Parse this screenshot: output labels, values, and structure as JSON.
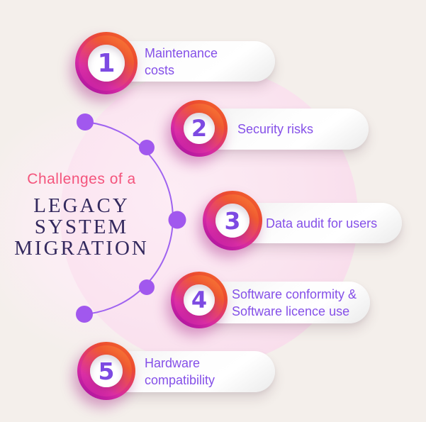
{
  "title": {
    "eyebrow": "Challenges of a",
    "lines": [
      "LEGACY",
      "SYSTEM",
      "MIGRATION"
    ]
  },
  "items": [
    {
      "number": "1",
      "label": "Maintenance costs",
      "lines": [
        "Maintenance",
        "costs"
      ]
    },
    {
      "number": "2",
      "label": "Security risks",
      "lines": [
        "Security risks"
      ]
    },
    {
      "number": "3",
      "label": "Data audit for users",
      "lines": [
        "Data audit for users"
      ]
    },
    {
      "number": "4",
      "label": "Software conformity & Software licence use",
      "lines": [
        "Software conformity &",
        "Software licence use"
      ]
    },
    {
      "number": "5",
      "label": "Hardware compatibility",
      "lines": [
        "Hardware",
        "compatibility"
      ]
    }
  ],
  "colors": {
    "background": "#f4efeb",
    "blob_pink": "#fbe3f0",
    "badge_orange": "#f4682f",
    "badge_magenta": "#c01ba6",
    "number_purple": "#7d4ae2",
    "label_purple": "#8550e8",
    "eyebrow_pink": "#f4547c",
    "title_indigo": "#33295e",
    "connector_purple": "#a158ee"
  }
}
